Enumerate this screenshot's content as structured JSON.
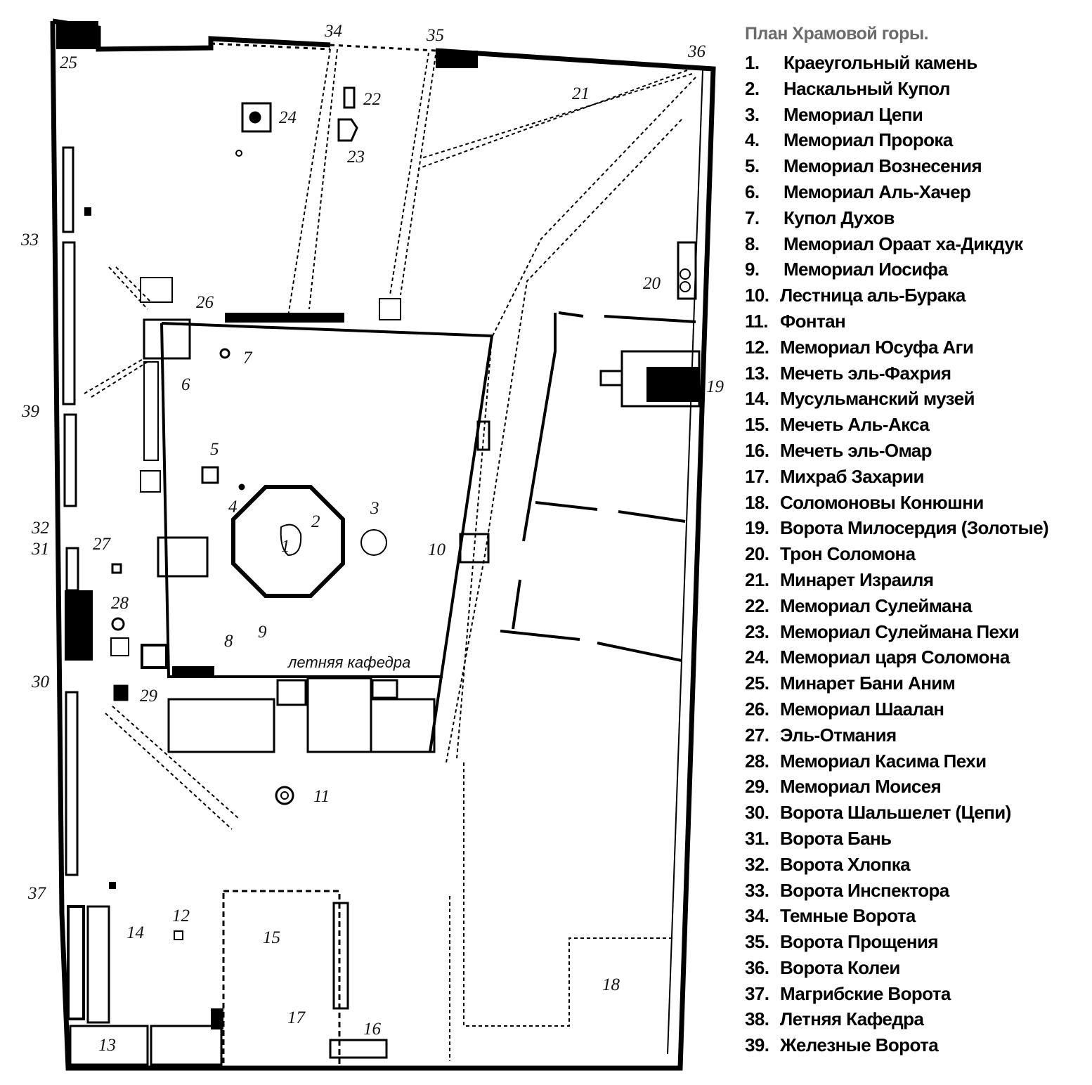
{
  "map": {
    "labels": {
      "n1": "1",
      "n2": "2",
      "n3": "3",
      "n4": "4",
      "n5": "5",
      "n6": "6",
      "n7": "7",
      "n8": "8",
      "n9": "9",
      "n10": "10",
      "n11": "11",
      "n12": "12",
      "n13": "13",
      "n14": "14",
      "n15": "15",
      "n16": "16",
      "n17": "17",
      "n18": "18",
      "n19": "19",
      "n20": "20",
      "n21": "21",
      "n22": "22",
      "n23": "23",
      "n24": "24",
      "n25": "25",
      "n26": "26",
      "n27": "27",
      "n28": "28",
      "n29": "29",
      "n30": "30",
      "n31": "31",
      "n32": "32",
      "n33": "33",
      "n34": "34",
      "n35": "35",
      "n36": "36",
      "n37": "37",
      "n39": "39"
    },
    "summer_pulpit": "летняя кафедра"
  },
  "legend": {
    "title": "План Храмовой горы.",
    "items": [
      {
        "num": "1.",
        "label": "Краеугольный камень"
      },
      {
        "num": "2.",
        "label": "Наскальный Купол"
      },
      {
        "num": "3.",
        "label": "Мемориал Цепи"
      },
      {
        "num": "4.",
        "label": "Мемориал Пророка"
      },
      {
        "num": "5.",
        "label": "Мемориал Вознесения"
      },
      {
        "num": "6.",
        "label": "Мемориал Аль-Хачер"
      },
      {
        "num": "7.",
        "label": "Купол Духов"
      },
      {
        "num": "8.",
        "label": "Мемориал Ораат ха-Дикдук"
      },
      {
        "num": "9.",
        "label": "Мемориал Иосифа"
      },
      {
        "num": "10.",
        "label": "Лестница аль-Бурака"
      },
      {
        "num": "11.",
        "label": "Фонтан"
      },
      {
        "num": "12.",
        "label": "Мемориал Юсуфа Аги"
      },
      {
        "num": "13.",
        "label": "Мечеть эль-Фахрия"
      },
      {
        "num": "14.",
        "label": "Мусульманский музей"
      },
      {
        "num": "15.",
        "label": "Мечеть Аль-Акса"
      },
      {
        "num": "16.",
        "label": "Мечеть эль-Омар"
      },
      {
        "num": "17.",
        "label": "Михраб Захарии"
      },
      {
        "num": "18.",
        "label": "Соломоновы Конюшни"
      },
      {
        "num": "19.",
        "label": "Ворота Милосердия (Золотые)"
      },
      {
        "num": "20.",
        "label": "Трон Соломона"
      },
      {
        "num": "21.",
        "label": "Минарет Израиля"
      },
      {
        "num": "22.",
        "label": "Мемориал Сулеймана"
      },
      {
        "num": "23.",
        "label": "Мемориал Сулеймана Пехи"
      },
      {
        "num": "24.",
        "label": "Мемориал царя Соломона"
      },
      {
        "num": "25.",
        "label": "Минарет Бани Аним"
      },
      {
        "num": "26.",
        "label": "Мемориал Шаалан"
      },
      {
        "num": "27.",
        "label": "Эль-Отмания"
      },
      {
        "num": "28.",
        "label": "Мемориал Касима Пехи"
      },
      {
        "num": "29.",
        "label": "Мемориал Моисея"
      },
      {
        "num": "30.",
        "label": "Ворота Шальшелет (Цепи)"
      },
      {
        "num": "31.",
        "label": "Ворота Бань"
      },
      {
        "num": "32.",
        "label": "Ворота Хлопка"
      },
      {
        "num": "33.",
        "label": "Ворота Инспектора"
      },
      {
        "num": "34.",
        "label": "Темные Ворота"
      },
      {
        "num": "35.",
        "label": "Ворота Прощения"
      },
      {
        "num": "36.",
        "label": "Ворота Колеи"
      },
      {
        "num": "37.",
        "label": "Магрибские Ворота"
      },
      {
        "num": "38.",
        "label": "Летняя Кафедра"
      },
      {
        "num": "39.",
        "label": "Железные Ворота"
      }
    ]
  }
}
